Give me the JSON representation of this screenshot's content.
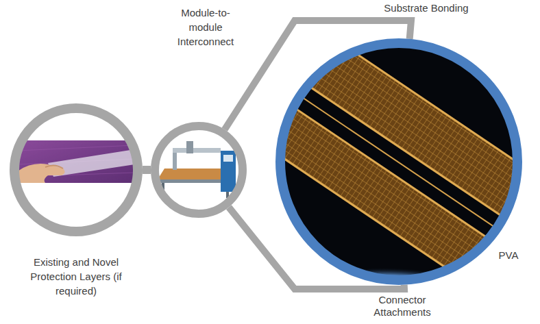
{
  "diagram": {
    "nodes": [
      {
        "text": [
          "Existing and Novel Protection Layers (if required)"
        ]
      },
      {
        "text": [
          "Module-to- module Interconnect"
        ]
      },
      {
        "text": [
          "PVA"
        ]
      }
    ],
    "edges": [
      {
        "from": 0,
        "to": 1,
        "arrow": "none"
      },
      {
        "from": 1,
        "to": 2,
        "label": "Substrate Bonding",
        "arrow": "none"
      },
      {
        "from": 1,
        "to": 2,
        "label": "Connector Attachments",
        "arrow": "none"
      }
    ]
  }
}
